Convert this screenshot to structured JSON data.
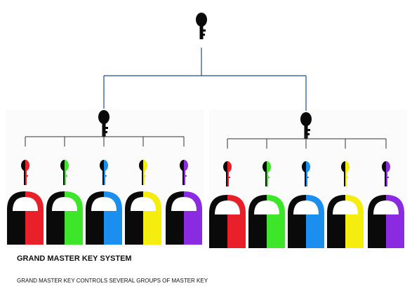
{
  "caption": {
    "title": "GRAND MASTER KEY SYSTEM",
    "subtitle": "GRAND MASTER KEY CONTROLS SEVERAL GROUPS OF MASTER KEY"
  },
  "colors": {
    "key_black": "#0a0a0a",
    "wire_blue": "#1f4e8c",
    "wire_dark": "#333333",
    "group_colors": [
      "#e8202a",
      "#3ee62a",
      "#1a8ff0",
      "#f5ec10",
      "#8a2be2"
    ]
  },
  "hierarchy": {
    "grand_master": {
      "icon": "grand-master-key-icon"
    },
    "groups": [
      {
        "id": "group-1",
        "master_icon": "master-key-icon",
        "change_keys": [
          "red",
          "green",
          "blue",
          "yellow",
          "purple"
        ]
      },
      {
        "id": "group-2",
        "master_icon": "master-key-icon",
        "change_keys": [
          "red",
          "green",
          "blue",
          "yellow",
          "purple"
        ]
      }
    ]
  }
}
